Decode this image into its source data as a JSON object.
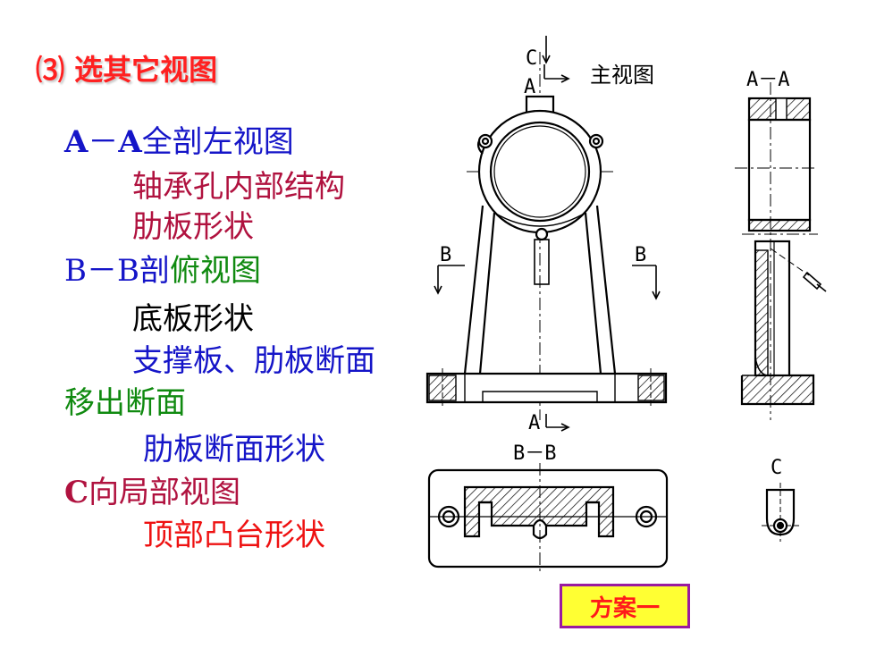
{
  "title": "⑶ 选其它视图",
  "lines": {
    "aa_prefix": "A",
    "aa_dash": "－",
    "aa_a": "A",
    "aa_rest": "全剖左视图",
    "aa_item1": "轴承孔内部结构",
    "aa_item2": "肋板形状",
    "bb_prefix": "B－B剖",
    "bb_rest": "俯视图",
    "bb_item1": "底板形状",
    "bb_item2": "支撑板、肋板断面",
    "removed_section": "移出断面",
    "removed_item1": "肋板断面形状",
    "c_prefix": "C",
    "c_rest": "向局部视图",
    "c_item1": "顶部凸台形状"
  },
  "drawing_labels": {
    "c_top": "C",
    "a_top": "A",
    "main_view": "主视图",
    "aa_view": "A－A",
    "b_left": "B",
    "b_right": "B",
    "a_bottom": "A",
    "bb_view": "B－B",
    "c_view": "C"
  },
  "button": {
    "label": "方案一"
  },
  "colors": {
    "title": "#ff2020",
    "blue": "#1515c8",
    "dark_red": "#b0123f",
    "green": "#108a10",
    "red": "#ee1111",
    "button_bg": "#ffff33",
    "button_border": "#9a1aa0"
  }
}
